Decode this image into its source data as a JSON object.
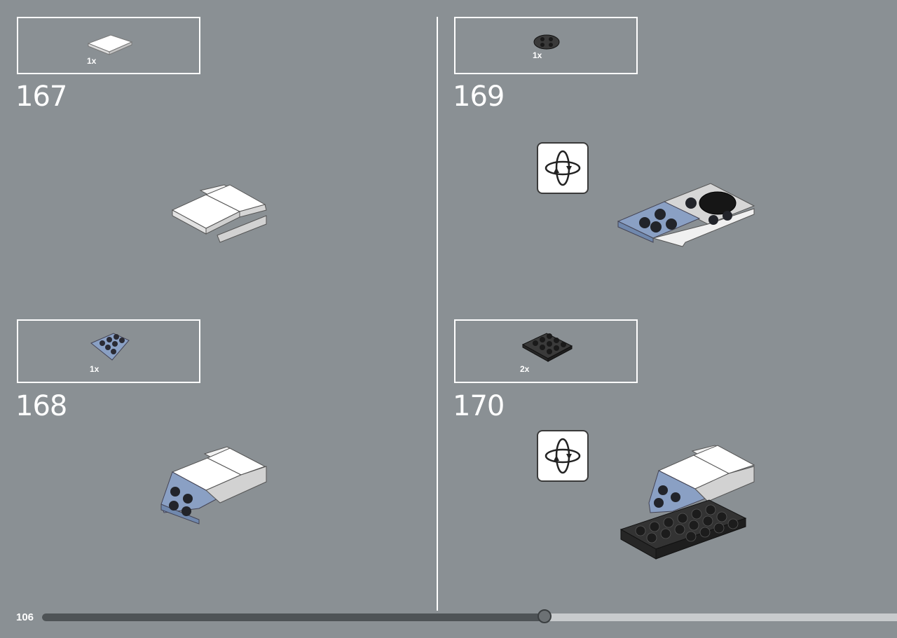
{
  "page_number": "106",
  "progress": {
    "fraction": 0.588
  },
  "steps": [
    {
      "number": "167",
      "parts": [
        {
          "qty": "1x",
          "part": "white-tile-2x4"
        }
      ]
    },
    {
      "number": "168",
      "parts": [
        {
          "qty": "1x",
          "part": "sand-blue-wedge-plate"
        }
      ]
    },
    {
      "number": "169",
      "parts": [
        {
          "qty": "1x",
          "part": "black-round-plate"
        }
      ],
      "rotate_icon": "rotate-model-icon"
    },
    {
      "number": "170",
      "parts": [
        {
          "qty": "2x",
          "part": "black-plate-2x2"
        }
      ],
      "rotate_icon": "rotate-model-icon"
    }
  ],
  "colors": {
    "background": "#8a9094",
    "white_part": "#ffffff",
    "sand_blue_part": "#8aa0c4",
    "black_part": "#2b2b2b",
    "progress_fill": "#4e5356",
    "progress_track": "#c8cbcd"
  }
}
